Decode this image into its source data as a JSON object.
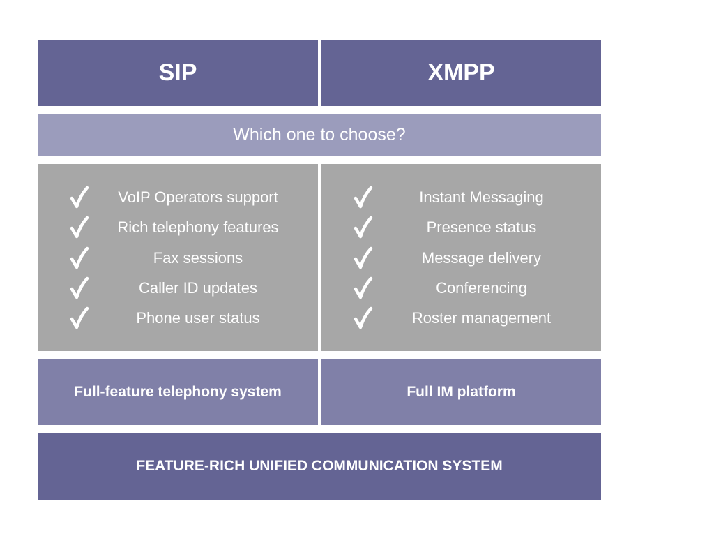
{
  "columns": [
    {
      "header": "SIP",
      "features": [
        "VoIP Operators support",
        "Rich telephony features",
        "Fax sessions",
        "Caller ID updates",
        "Phone user status"
      ],
      "summary": "Full-feature telephony system"
    },
    {
      "header": "XMPP",
      "features": [
        "Instant Messaging",
        "Presence status",
        "Message delivery",
        "Conferencing",
        "Roster management"
      ],
      "summary": "Full IM platform"
    }
  ],
  "question": "Which one to choose?",
  "footer": "FEATURE-RICH UNIFIED COMMUNICATION SYSTEM",
  "icons": {
    "feature_marker": "check-icon"
  },
  "colors": {
    "header": "#646494",
    "question_bar": "#9b9cbc",
    "feature_panel": "#a7a7a7",
    "summary": "#8080a8",
    "footer": "#646494",
    "text": "#ffffff"
  }
}
